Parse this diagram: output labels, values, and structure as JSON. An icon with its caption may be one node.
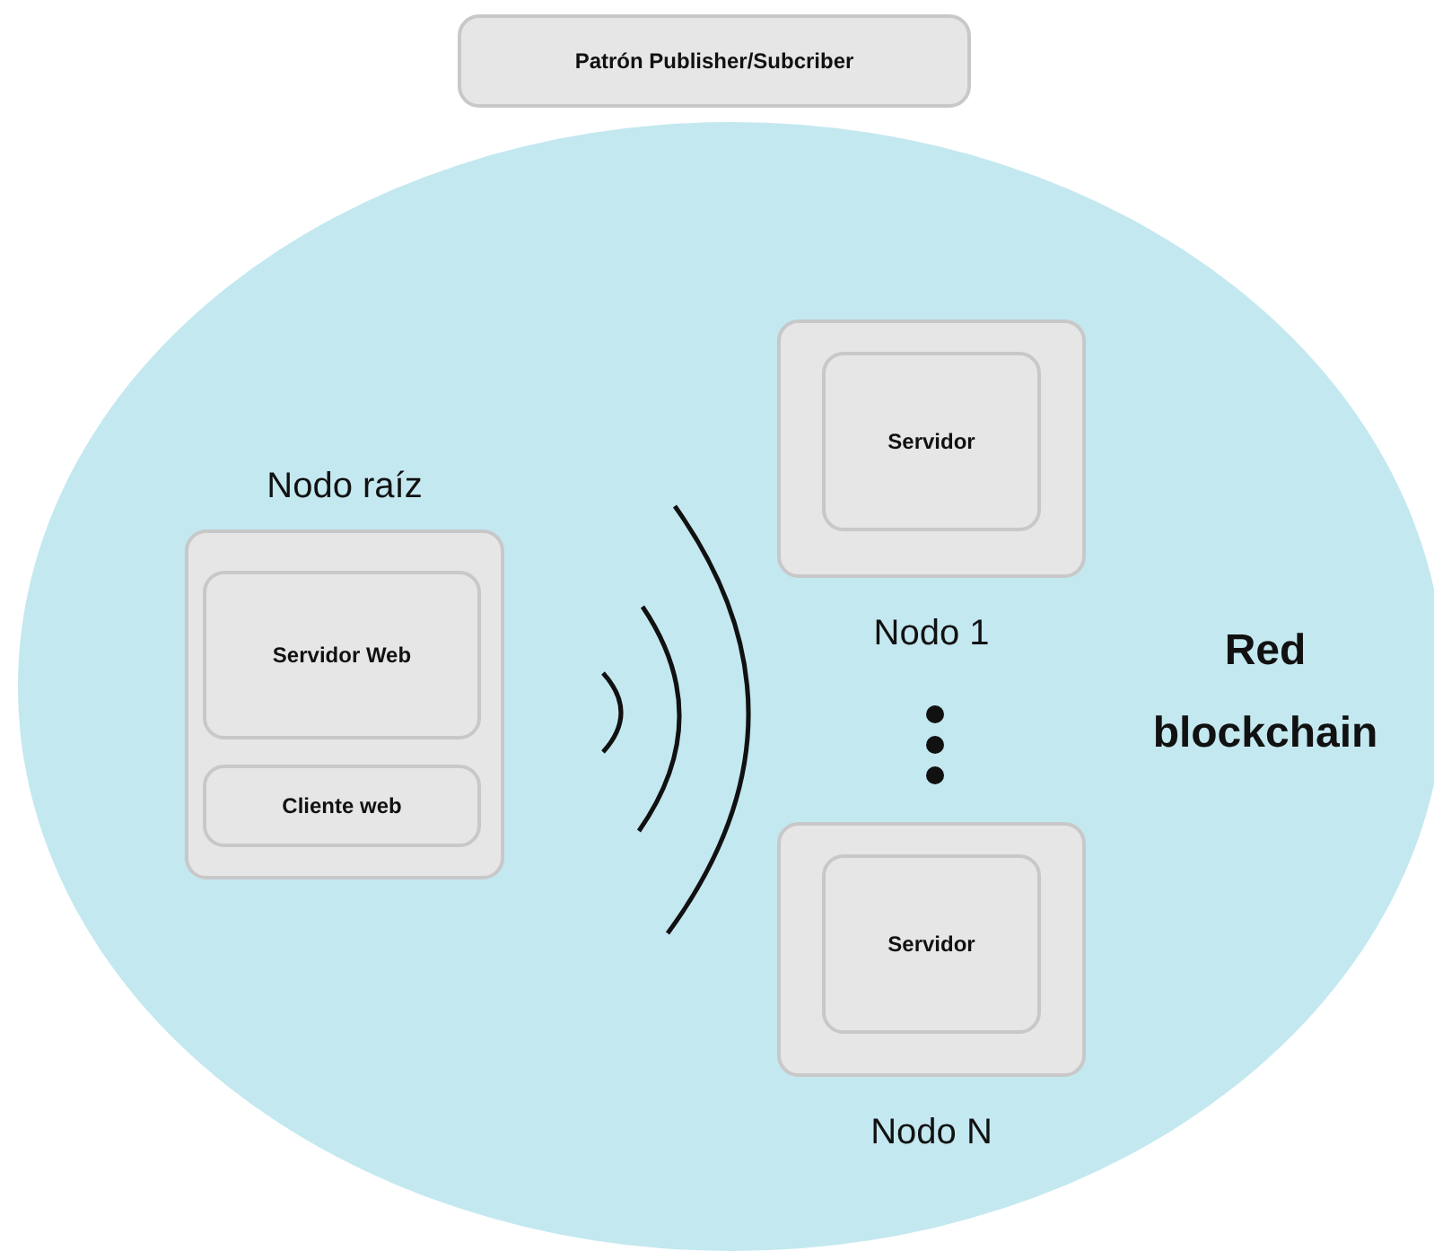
{
  "diagram": {
    "nodes": [
      {
        "text": [
          "Patrón Publisher/Subcriber"
        ]
      },
      {
        "text": [
          "Red blockchain"
        ]
      },
      {
        "text": [
          "Nodo raíz"
        ],
        "in": 1
      },
      {
        "text": [
          "Servidor Web"
        ],
        "in": 2
      },
      {
        "text": [
          "Cliente web"
        ],
        "in": 2
      },
      {
        "text": [
          "Nodo 1"
        ],
        "in": 1
      },
      {
        "text": [
          "Servidor"
        ],
        "in": 5
      },
      {
        "text": [
          "Nodo N"
        ],
        "in": 1
      },
      {
        "text": [
          "Servidor"
        ],
        "in": 7
      }
    ]
  }
}
